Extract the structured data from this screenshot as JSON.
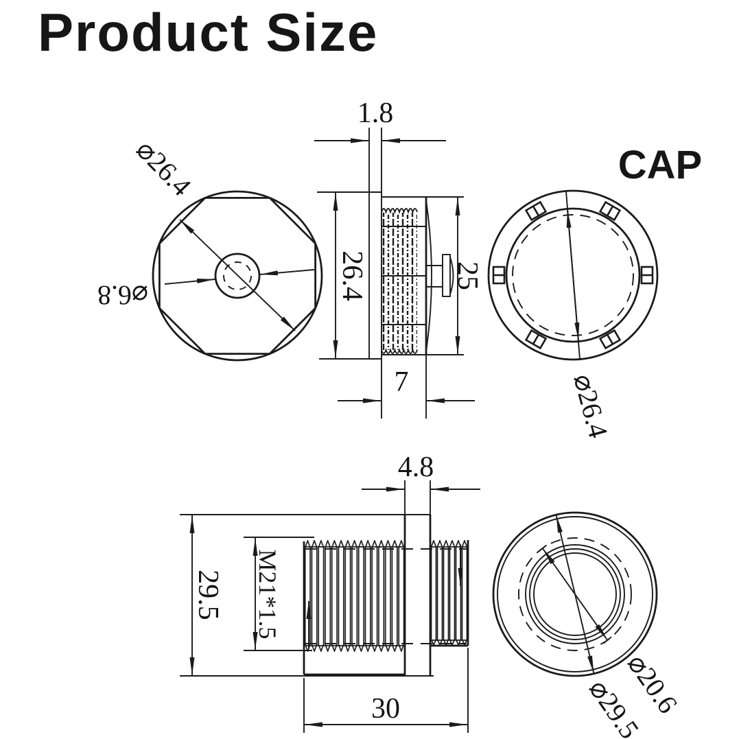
{
  "page": {
    "title": "Product Size",
    "background_color": "#ffffff",
    "line_color": "#1b1b1b"
  },
  "cap": {
    "name_label": "CAP",
    "front_view": {
      "outer_diameter": "⌀26.4",
      "hole_diameter": "⌀6.8"
    },
    "side_view": {
      "rim_thickness": "1.8",
      "outer_diameter": "26.4",
      "body_diameter": "25",
      "depth": "7"
    },
    "back_view": {
      "outer_diameter": "⌀26.4"
    }
  },
  "adapter": {
    "side_view": {
      "flange_thickness": "4.8",
      "flange_diameter": "29.5",
      "thread_spec": "M21*1.5",
      "total_length": "30"
    },
    "front_view": {
      "inner_diameter": "⌀20.6",
      "outer_diameter": "⌀29.5"
    }
  }
}
